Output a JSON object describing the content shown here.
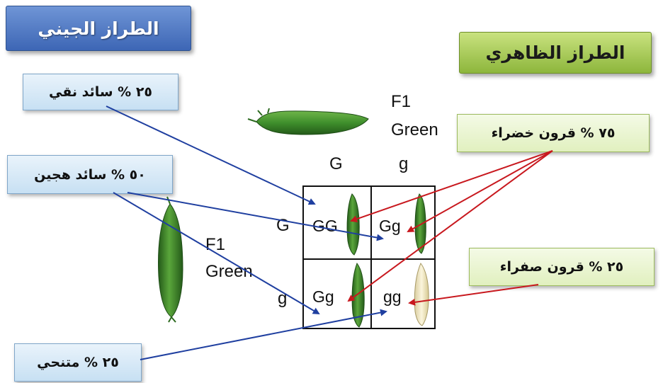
{
  "headers": {
    "genotype": "الطراز الجيني",
    "phenotype": "الطراز الظاهري"
  },
  "genotype_labels": {
    "pure_dominant": "٢٥ % سائد نقي",
    "hybrid_dominant": "٥٠ % سائد هجين",
    "recessive": "٢٥ % متنحي"
  },
  "phenotype_labels": {
    "green_pods": "٧٥ % قرون خضراء",
    "yellow_pods": "٢٥ % قرون صفراء"
  },
  "parents": {
    "top": {
      "generation": "F1",
      "color": "Green"
    },
    "left": {
      "generation": "F1",
      "color": "Green"
    }
  },
  "punnett": {
    "col_alleles": [
      "G",
      "g"
    ],
    "row_alleles": [
      "G",
      "g"
    ],
    "cells": [
      "GG",
      "Gg",
      "Gg",
      "gg"
    ]
  },
  "colors": {
    "genotype_arrow": "#1f3fa0",
    "phenotype_arrow": "#c8181e",
    "green_pod": "#3f8f2c",
    "yellow_pod": "#f3e9c2"
  }
}
